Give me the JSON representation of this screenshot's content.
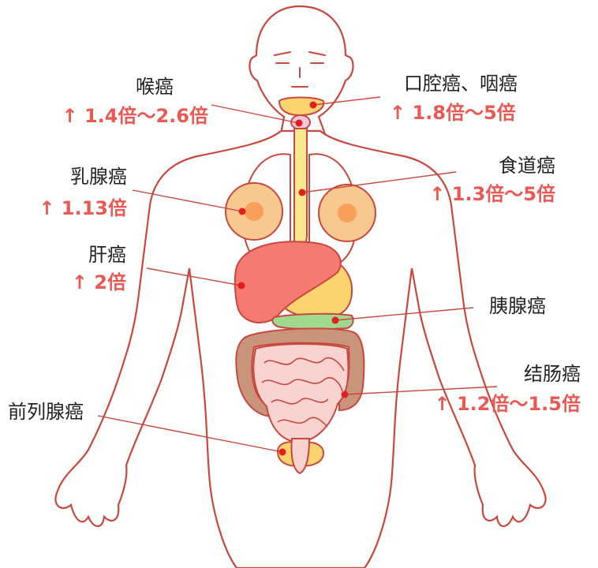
{
  "colors": {
    "outline": "#c9473f",
    "skin": "#ffffff",
    "line": "#c9473f",
    "dot": "#e21f1f",
    "rate_text": "#ea5a55",
    "liver": "#f47a72",
    "stomach": "#fcd46f",
    "pancreas": "#9fd98f",
    "intestine": "#f8d3cf",
    "colon": "#c9957a",
    "breast": "#f8c98f",
    "esophagus": "#fbe88f",
    "bladder": "#fcd46f",
    "larynx": "#f7c6d8"
  },
  "labels": {
    "larynx": {
      "name": "喉癌",
      "rate": "↑ 1.4倍～2.6倍"
    },
    "oral": {
      "name": "口腔癌、咽癌",
      "rate": "↑ 1.8倍～5倍"
    },
    "breast": {
      "name": "乳腺癌",
      "rate": "↑ 1.13倍"
    },
    "esophagus": {
      "name": "食道癌",
      "rate": "↑ 1.3倍～5倍"
    },
    "liver": {
      "name": "肝癌",
      "rate": "↑ 2倍"
    },
    "pancreas": {
      "name": "胰腺癌"
    },
    "colon": {
      "name": "结肠癌",
      "rate": "↑ 1.2倍～1.5倍"
    },
    "prostate": {
      "name": "前列腺癌"
    }
  }
}
